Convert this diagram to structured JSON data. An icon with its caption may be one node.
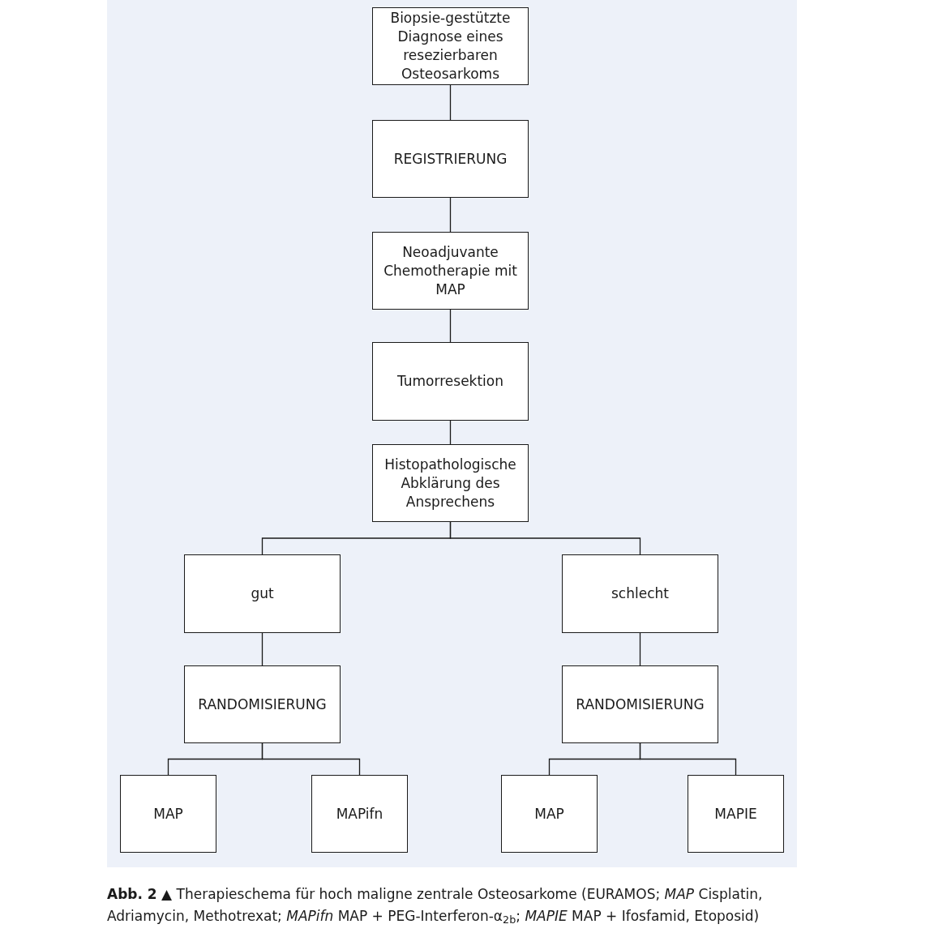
{
  "diagram": {
    "caption": "**Abb. 2** ▲ Therapieschema für hoch maligne zentrale Osteosarkome (EURAMOS; *MAP* Cisplatin, Adriamycin, Methotrexat; *MAPifn* MAP + PEG-Interferon-α$_{2b}$; *MAPIE* MAP + Ifosfamid, Etoposid)",
    "nodes": [
      {
        "text": [
          "Biopsie-gestützte Diagnose eines resezierbaren Osteosarkoms"
        ]
      },
      {
        "text": [
          "REGISTRIERUNG"
        ]
      },
      {
        "text": [
          "Neoadjuvante Chemotherapie mit MAP"
        ]
      },
      {
        "text": [
          "Tumorresektion"
        ]
      },
      {
        "text": [
          "Histopathologische Abklärung des Ansprechens"
        ]
      },
      {
        "text": [
          "gut"
        ]
      },
      {
        "text": [
          "schlecht"
        ]
      },
      {
        "text": [
          "RANDOMISIERUNG"
        ]
      },
      {
        "text": [
          "RANDOMISIERUNG"
        ]
      },
      {
        "text": [
          "MAP"
        ]
      },
      {
        "text": [
          "MAPifn"
        ]
      },
      {
        "text": [
          "MAP"
        ]
      },
      {
        "text": [
          "MAPIE"
        ]
      }
    ],
    "edges": [
      {
        "from": 0,
        "to": 1,
        "arrow": "none"
      },
      {
        "from": 1,
        "to": 2,
        "arrow": "none"
      },
      {
        "from": 2,
        "to": 3,
        "arrow": "none"
      },
      {
        "from": 3,
        "to": 4,
        "arrow": "none"
      },
      {
        "from": 4,
        "to": 5,
        "arrow": "none"
      },
      {
        "from": 4,
        "to": 6,
        "arrow": "none"
      },
      {
        "from": 5,
        "to": 7,
        "arrow": "none"
      },
      {
        "from": 6,
        "to": 8,
        "arrow": "none"
      },
      {
        "from": 7,
        "to": 9,
        "arrow": "none"
      },
      {
        "from": 7,
        "to": 10,
        "arrow": "none"
      },
      {
        "from": 8,
        "to": 11,
        "arrow": "none"
      },
      {
        "from": 8,
        "to": 12,
        "arrow": "none"
      }
    ]
  }
}
